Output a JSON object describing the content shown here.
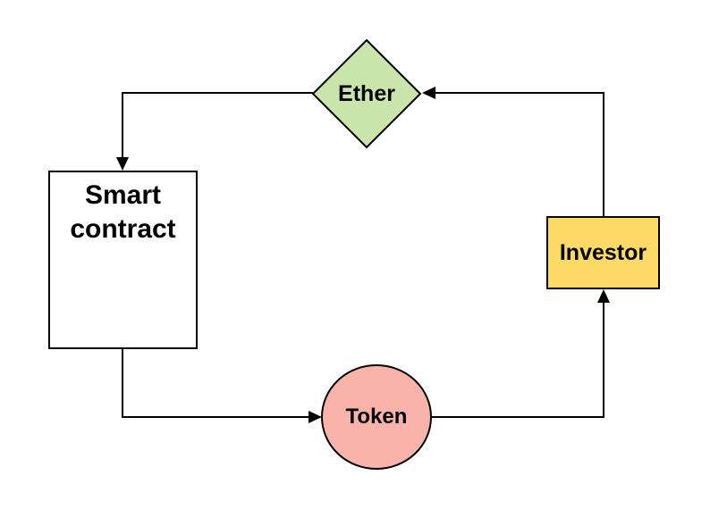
{
  "diagram": {
    "background_color": "#ffffff",
    "stroke_color": "#000000",
    "nodes": [
      {
        "id": "ether",
        "label": "Ether",
        "shape": "diamond",
        "fill": "#c9e5ab"
      },
      {
        "id": "smart-contract",
        "label": "Smart contract",
        "shape": "rectangle",
        "fill": "#ffffff"
      },
      {
        "id": "investor",
        "label": "Investor",
        "shape": "rectangle",
        "fill": "#fdd965"
      },
      {
        "id": "token",
        "label": "Token",
        "shape": "ellipse",
        "fill": "#f9b3aa"
      }
    ],
    "edges": [
      {
        "from": "investor",
        "to": "ether",
        "style": "orthogonal-arrow"
      },
      {
        "from": "ether",
        "to": "smart-contract",
        "style": "orthogonal-arrow"
      },
      {
        "from": "smart-contract",
        "to": "token",
        "style": "orthogonal-arrow"
      },
      {
        "from": "token",
        "to": "investor",
        "style": "orthogonal-arrow"
      }
    ]
  }
}
